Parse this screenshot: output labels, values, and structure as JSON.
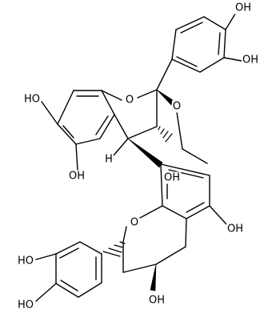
{
  "structure": {
    "atom_labels": {
      "oh_top_right_1": "OH",
      "oh_top_right_2": "OH",
      "oh_left_upper": "HO",
      "ring_o_upper": "O",
      "bridge_o": "O",
      "oh_upper_mid": "OH",
      "h_stereo": "H",
      "oh_center": "OH",
      "oh_right_lower": "OH",
      "ring_o_lower": "O",
      "oh_left_lower_1": "HO",
      "oh_left_lower_2": "HO",
      "oh_bottom": "OH"
    }
  }
}
